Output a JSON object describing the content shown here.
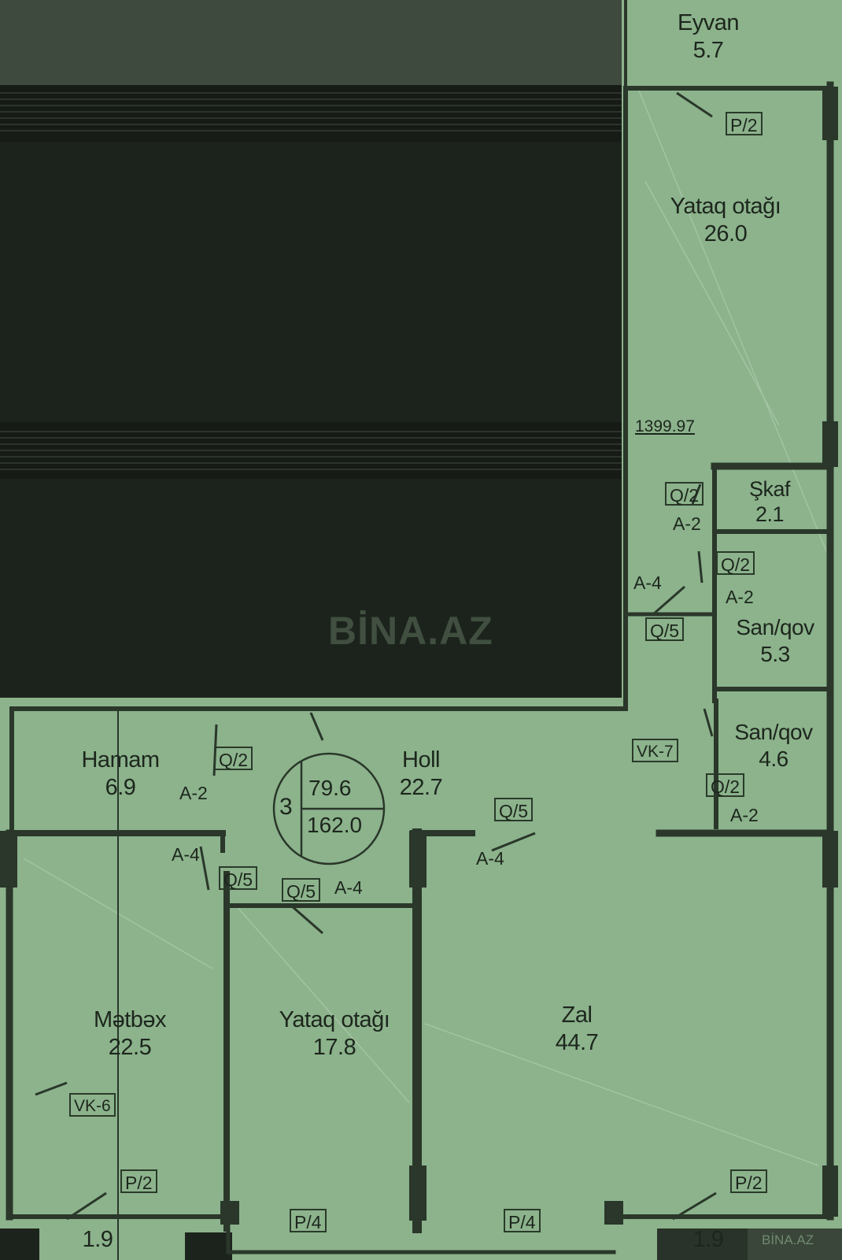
{
  "watermark": "BİNA.AZ",
  "corner_watermark": "BİNA.AZ",
  "apartment_badge": {
    "rooms": "3",
    "living_area": "79.6",
    "total_area": "162.0"
  },
  "dimension_label": "1399.97",
  "rooms": [
    {
      "name": "Eyvan",
      "area": "5.7"
    },
    {
      "name": "Yataq otağı",
      "area": "26.0"
    },
    {
      "name": "Şkaf",
      "area": "2.1"
    },
    {
      "name": "San/qov",
      "area": "5.3"
    },
    {
      "name": "San/qov",
      "area": "4.6"
    },
    {
      "name": "Hamam",
      "area": "6.9"
    },
    {
      "name": "Holl",
      "area": "22.7"
    },
    {
      "name": "Mətbəx",
      "area": "22.5"
    },
    {
      "name": "Yataq otağı",
      "area": "17.8"
    },
    {
      "name": "Zal",
      "area": "44.7"
    }
  ],
  "balcony_areas": {
    "left": "1.9",
    "right": "1.9"
  },
  "door_tags": {
    "p2_top": "P/2",
    "q2_shkaf": "Q/2",
    "a2_shkaf": "A-2",
    "q2_sanqov": "Q/2",
    "a2_sanqov": "A-2",
    "a4_corridor": "A-4",
    "q5_corridor": "Q/5",
    "vk7": "VK-7",
    "q2_sanqov2": "Q/2",
    "a2_sanqov2": "A-2",
    "q2_hamam": "Q/2",
    "a2_hamam": "A-2",
    "q5_zal": "Q/5",
    "a4_zal": "A-4",
    "a4_metbex": "A-4",
    "q5_metbex": "Q/5",
    "q5_bedroom": "Q/5",
    "a4_bedroom": "A-4",
    "vk6": "VK-6",
    "p2_left": "P/2",
    "p4_left": "P/4",
    "p4_right": "P/4",
    "p2_right": "P/2"
  }
}
